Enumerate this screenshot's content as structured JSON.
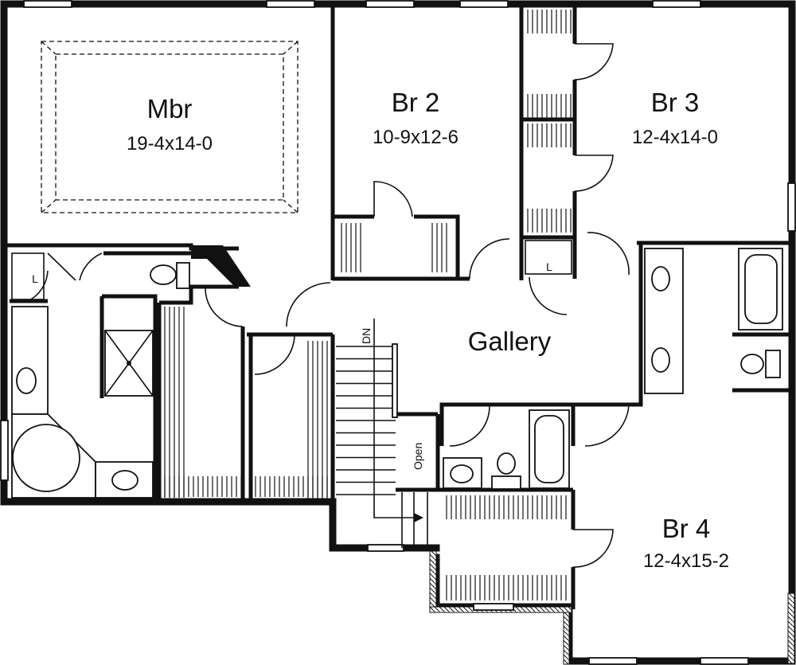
{
  "rooms": {
    "mbr": {
      "name": "Mbr",
      "dims": "19-4x14-0"
    },
    "br2": {
      "name": "Br 2",
      "dims": "10-9x12-6"
    },
    "br3": {
      "name": "Br 3",
      "dims": "12-4x14-0"
    },
    "br4": {
      "name": "Br 4",
      "dims": "12-4x15-2"
    },
    "gallery": {
      "name": "Gallery"
    }
  },
  "labels": {
    "linen_left": "L",
    "linen_center": "L",
    "stair_down": "DN",
    "open_to_below": "Open"
  },
  "colors": {
    "wall": "#111111",
    "background": "#ffffff"
  }
}
